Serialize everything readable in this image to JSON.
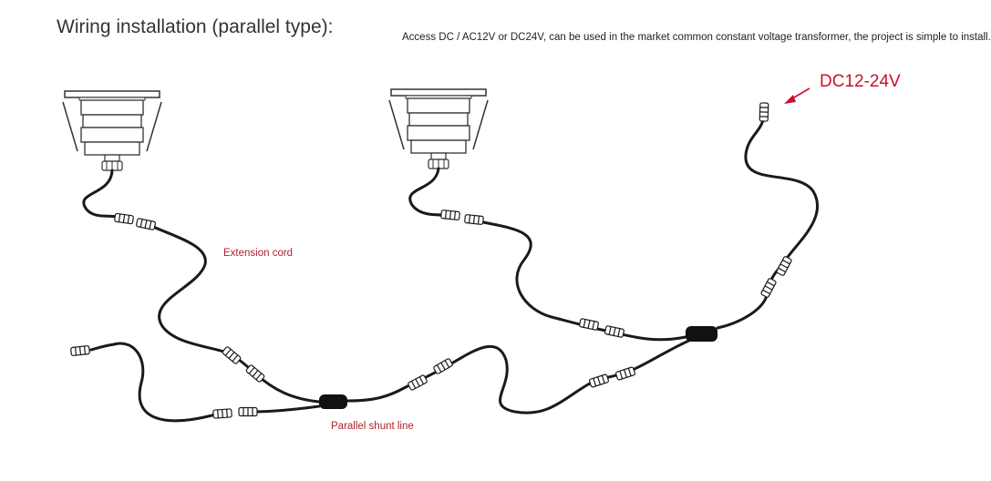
{
  "title": "Wiring installation (parallel type):",
  "note": "Access DC / AC12V or DC24V, can be used in the market common constant voltage transformer, the project is simple to install.",
  "power_label": "DC12-24V",
  "labels": {
    "extension_cord": "Extension cord",
    "shunt_line": "Parallel shunt line"
  },
  "colors": {
    "cable": "#1a1a1a",
    "label_red": "#b3202a",
    "power_red": "#c8102e"
  }
}
